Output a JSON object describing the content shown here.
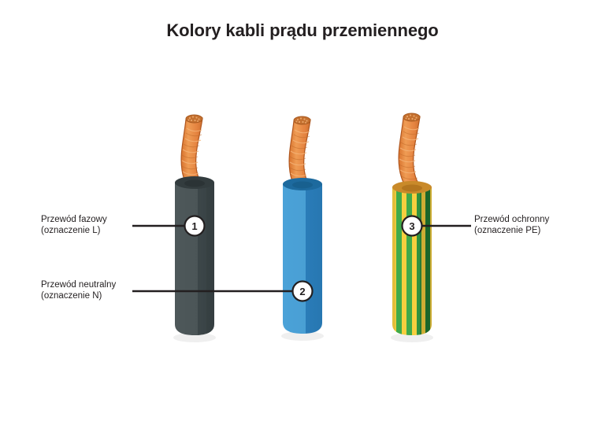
{
  "title": "Kolory kabli prądu przemiennego",
  "colors": {
    "background": "#ffffff",
    "text": "#231f20",
    "leader_line": "#231f20",
    "marker_fill": "#ffffff",
    "marker_border": "#231f20",
    "copper_base": "#e07f37",
    "copper_light": "#f0a05a",
    "copper_dark": "#b85f22",
    "copper_tip": "#c56a28",
    "cable1_light": "#4e585a",
    "cable1_dark": "#3c4649",
    "cable1_cap": "#2f3739",
    "cable2_light": "#4a9fd5",
    "cable2_dark": "#2a7cb8",
    "cable2_cap": "#1d6a9e",
    "cable3_yellow_light": "#f6cf3f",
    "cable3_yellow_dark": "#d4a429",
    "cable3_green_light": "#3faa4a",
    "cable3_green_dark": "#1f7a33",
    "cable3_cap": "#c98a2a",
    "shadow": "#e6e7e8"
  },
  "cables": [
    {
      "id": "cable-1",
      "marker": "1",
      "name": "Przewód fazowy",
      "designation": "(oznaczenie L)",
      "color_name": "dark-gray",
      "label_side": "left"
    },
    {
      "id": "cable-2",
      "marker": "2",
      "name": "Przewód neutralny",
      "designation": "(oznaczenie N)",
      "color_name": "blue",
      "label_side": "left"
    },
    {
      "id": "cable-3",
      "marker": "3",
      "name": "Przewód ochronny",
      "designation": "(oznaczenie PE)",
      "color_name": "green-yellow",
      "label_side": "right"
    }
  ]
}
